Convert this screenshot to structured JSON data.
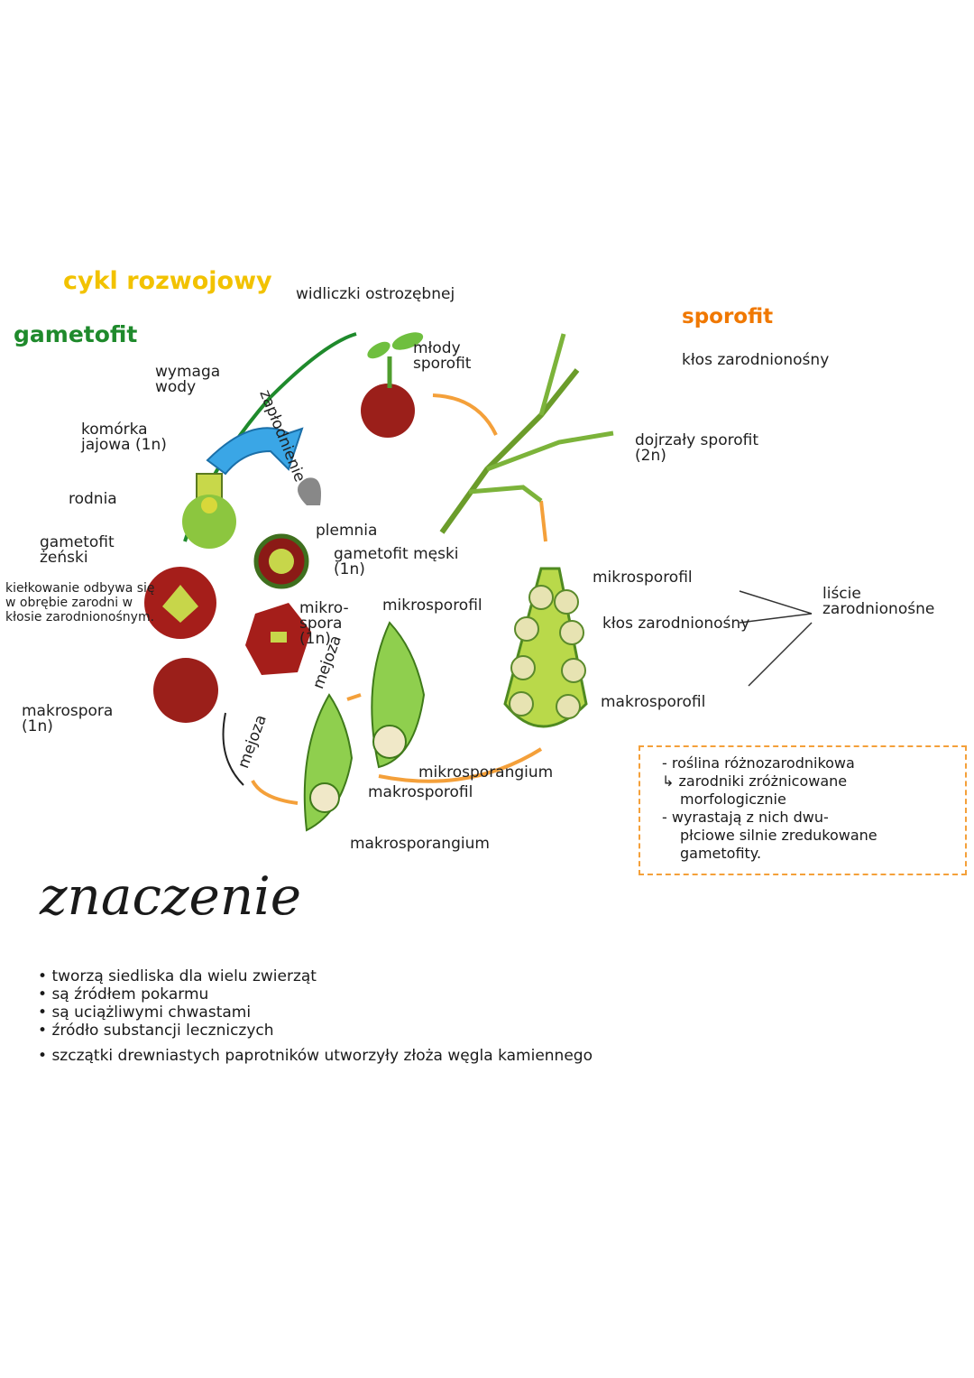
{
  "title": {
    "part1": "cykl rozwojowy",
    "part2": "widliczki ostrozębnej"
  },
  "sections": {
    "gametophyte": "gametofit",
    "sporophyte": "sporofit"
  },
  "labels": {
    "water_need": "wymaga wody",
    "fertilization": "zapłodnienie",
    "young_sporophyte": "młody sporofit",
    "egg_cell": "komórka jajowa (1n)",
    "archegonium": "rodnia",
    "female_gametophyte": "gametofit żeński",
    "development_note": "kiełkowanie odbywa się w obrębie zarodni w kłosie zarodnionośnym.",
    "macrospore": "makrospora (1n)",
    "antheridium": "plemnia",
    "male_gametophyte": "gametofit męski (1n)",
    "microspore": "mikro-spora (1n)",
    "microsporophyll_small": "mikrosporofil",
    "meiosis1": "mejoza",
    "meiosis2": "mejoza",
    "strobilus_top": "kłos zarodnionośny",
    "adult_sporophyte": "dojrzały sporofit (2n)",
    "microsporophyll": "mikrosporofil",
    "strobilus": "kłos zarodnionośny",
    "sporophylls": "liście zarodnionośne",
    "macrosporophyll": "makrosporofil",
    "microsporangium": "mikrosporangium",
    "macrosporophyll_leaf": "makrosporofil",
    "macrosporangium": "makrosporangium"
  },
  "note": [
    "- roślina różnozarodnikowa",
    "↳ zarodniki zróżnicowane",
    "morfologicznie",
    "- wyrastają z nich dwu-",
    "płciowe silnie zredukowane",
    "gametofity."
  ],
  "significance": {
    "heading": "znaczenie",
    "items": [
      "tworzą siedliska dla wielu zwierząt",
      "są źródłem pokarmu",
      "są uciążliwymi chwastami",
      "źródło substancji leczniczych",
      "szczątki drewniastych paprotników utworzyły złoża węgla kamiennego"
    ]
  },
  "colors": {
    "title_yellow": "#f2c200",
    "gametophyte_green": "#1f8a2c",
    "sporophyte_orange": "#f07800",
    "spore_red": "#9b1f1a",
    "leaf_green": "#7cc24a",
    "water_blue": "#3aa6e6",
    "arrow_orange": "#f4a03a"
  }
}
